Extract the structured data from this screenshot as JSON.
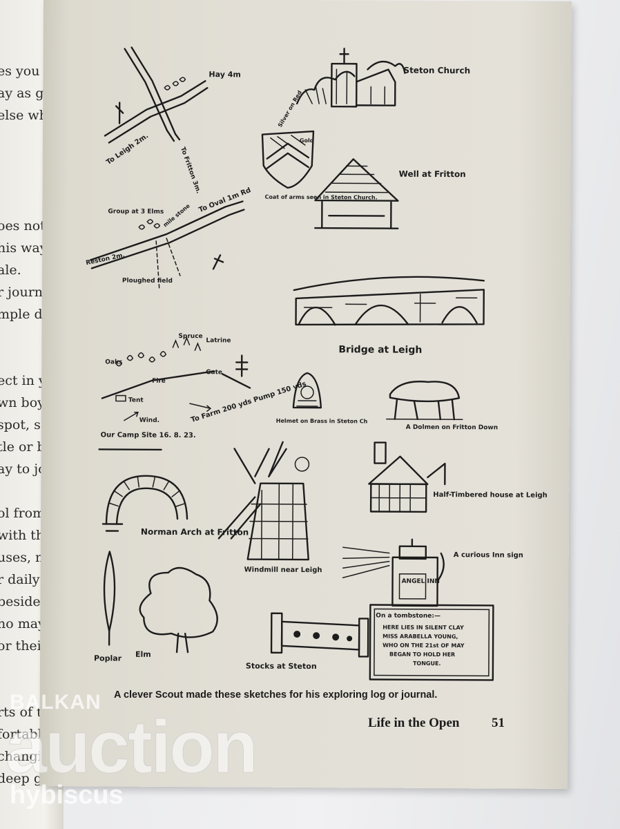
{
  "left_page": {
    "lines": [
      "",
      "es you",
      "ay as g",
      "else wh",
      "",
      "",
      "",
      "",
      "oes not",
      "his way",
      "ale.",
      "r journal",
      "mple draw",
      "",
      "",
      "ect in yo",
      "wn boys, y",
      "spot, say",
      "tle or batt",
      "ay to join",
      "",
      "ol from t",
      "with the id",
      "uses, muse",
      "r daily g",
      "besides th",
      "ho may al",
      "or their k",
      "",
      "",
      "rts of th",
      "fortable",
      "changin",
      "deep gull"
    ]
  },
  "sketches": {
    "crossroads_labels": [
      "To Leigh 2m.",
      "Hay 4m",
      "To Fritton 3m."
    ],
    "road_labels": [
      "Group at 3 Elms",
      "mile stone",
      "To Oval 1m Rd",
      "Ploughed field",
      "Reston 2m."
    ],
    "church": "Steton Church",
    "coat_of_arms_labels": [
      "Gold",
      "Silver on Red",
      "Coat of arms seen in Steton Church."
    ],
    "well": "Well at Fritton",
    "bridge": "Bridge at Leigh",
    "camp_labels": [
      "Spruce",
      "Latrine",
      "Oaks",
      "Fire",
      "Gate",
      "Tent",
      "Wind.",
      "Our Camp Site 16. 8. 23."
    ],
    "farm_note": "To Farm 200 yds Pump 150 yds",
    "helmet": "Helmet on Brass in Steton Ch",
    "dolmen": "A Dolmen on Fritton Down",
    "half_timbered": "Half-Timbered house at Leigh",
    "norman_arch": "Norman Arch at Fritton",
    "windmill": "Windmill near Leigh",
    "inn_note": "A curious Inn sign",
    "inn_sign": "ANGEL INN",
    "trees": [
      "Poplar",
      "Elm"
    ],
    "stocks": "Stocks at Steton",
    "tombstone_title": "On a tombstone:—",
    "tombstone_lines": [
      "HERE LIES IN SILENT CLAY",
      "MISS ARABELLA YOUNG,",
      "WHO ON THE 21st OF MAY",
      "BEGAN TO HOLD HER",
      "TONGUE."
    ]
  },
  "caption": "A clever Scout made these sketches for his exploring log or journal.",
  "running_head": "Life in the Open",
  "page_number": "51",
  "watermark": {
    "brand_small": "BALKAN",
    "brand_big": "auction",
    "seller": "hybiscus"
  }
}
